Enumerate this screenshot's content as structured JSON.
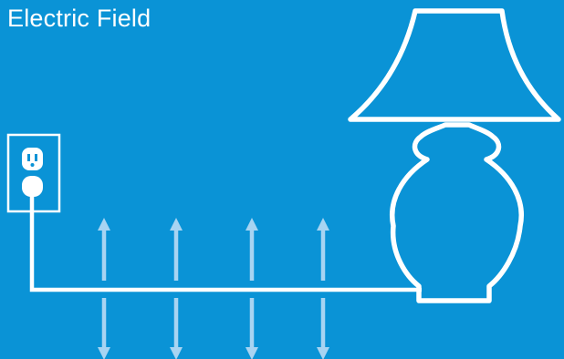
{
  "title": "Electric Field",
  "colors": {
    "background": "#0a93d6",
    "line": "#ffffff",
    "field_arrow": "#a8d4f2"
  },
  "field_arrows": {
    "count": 4,
    "directions": [
      "up",
      "down"
    ]
  },
  "icons": [
    "wall-outlet-icon",
    "plug-icon",
    "lamp-icon",
    "power-cord"
  ]
}
